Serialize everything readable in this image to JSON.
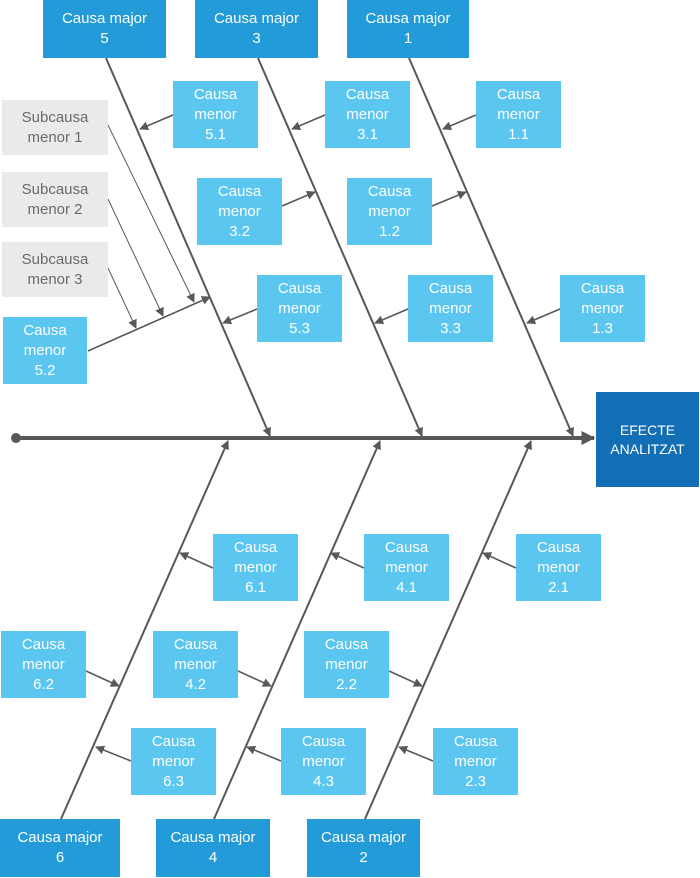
{
  "effect": {
    "line1": "EFECTE",
    "line2": "ANALITZAT"
  },
  "colors": {
    "major": "#229bd8",
    "minor": "#5bc6f0",
    "subcause": "#e9eaeb",
    "effect": "#136fb5",
    "lines": "#58585a"
  },
  "major_causes": [
    {
      "id": "5",
      "line1": "Causa major",
      "line2": "5",
      "side": "top"
    },
    {
      "id": "3",
      "line1": "Causa major",
      "line2": "3",
      "side": "top"
    },
    {
      "id": "1",
      "line1": "Causa major",
      "line2": "1",
      "side": "top"
    },
    {
      "id": "6",
      "line1": "Causa major",
      "line2": "6",
      "side": "bottom"
    },
    {
      "id": "4",
      "line1": "Causa major",
      "line2": "4",
      "side": "bottom"
    },
    {
      "id": "2",
      "line1": "Causa major",
      "line2": "2",
      "side": "bottom"
    }
  ],
  "minor_causes": [
    {
      "id": "5.1",
      "line1": "Causa",
      "line2": "menor",
      "line3": "5.1"
    },
    {
      "id": "5.2",
      "line1": "Causa",
      "line2": "menor",
      "line3": "5.2"
    },
    {
      "id": "5.3",
      "line1": "Causa",
      "line2": "menor",
      "line3": "5.3"
    },
    {
      "id": "3.1",
      "line1": "Causa",
      "line2": "menor",
      "line3": "3.1"
    },
    {
      "id": "3.2",
      "line1": "Causa",
      "line2": "menor",
      "line3": "3.2"
    },
    {
      "id": "3.3",
      "line1": "Causa",
      "line2": "menor",
      "line3": "3.3"
    },
    {
      "id": "1.1",
      "line1": "Causa",
      "line2": "menor",
      "line3": "1.1"
    },
    {
      "id": "1.2",
      "line1": "Causa",
      "line2": "menor",
      "line3": "1.2"
    },
    {
      "id": "1.3",
      "line1": "Causa",
      "line2": "menor",
      "line3": "1.3"
    },
    {
      "id": "6.1",
      "line1": "Causa",
      "line2": "menor",
      "line3": "6.1"
    },
    {
      "id": "6.2",
      "line1": "Causa",
      "line2": "menor",
      "line3": "6.2"
    },
    {
      "id": "6.3",
      "line1": "Causa",
      "line2": "menor",
      "line3": "6.3"
    },
    {
      "id": "4.1",
      "line1": "Causa",
      "line2": "menor",
      "line3": "4.1"
    },
    {
      "id": "4.2",
      "line1": "Causa",
      "line2": "menor",
      "line3": "4.2"
    },
    {
      "id": "4.3",
      "line1": "Causa",
      "line2": "menor",
      "line3": "4.3"
    },
    {
      "id": "2.1",
      "line1": "Causa",
      "line2": "menor",
      "line3": "2.1"
    },
    {
      "id": "2.2",
      "line1": "Causa",
      "line2": "menor",
      "line3": "2.2"
    },
    {
      "id": "2.3",
      "line1": "Causa",
      "line2": "menor",
      "line3": "2.3"
    }
  ],
  "subcauses": [
    {
      "id": "1",
      "line1": "Subcausa",
      "line2": "menor 1",
      "parent": "5.2"
    },
    {
      "id": "2",
      "line1": "Subcausa",
      "line2": "menor 2",
      "parent": "5.2"
    },
    {
      "id": "3",
      "line1": "Subcausa",
      "line2": "menor 3",
      "parent": "5.2"
    }
  ]
}
